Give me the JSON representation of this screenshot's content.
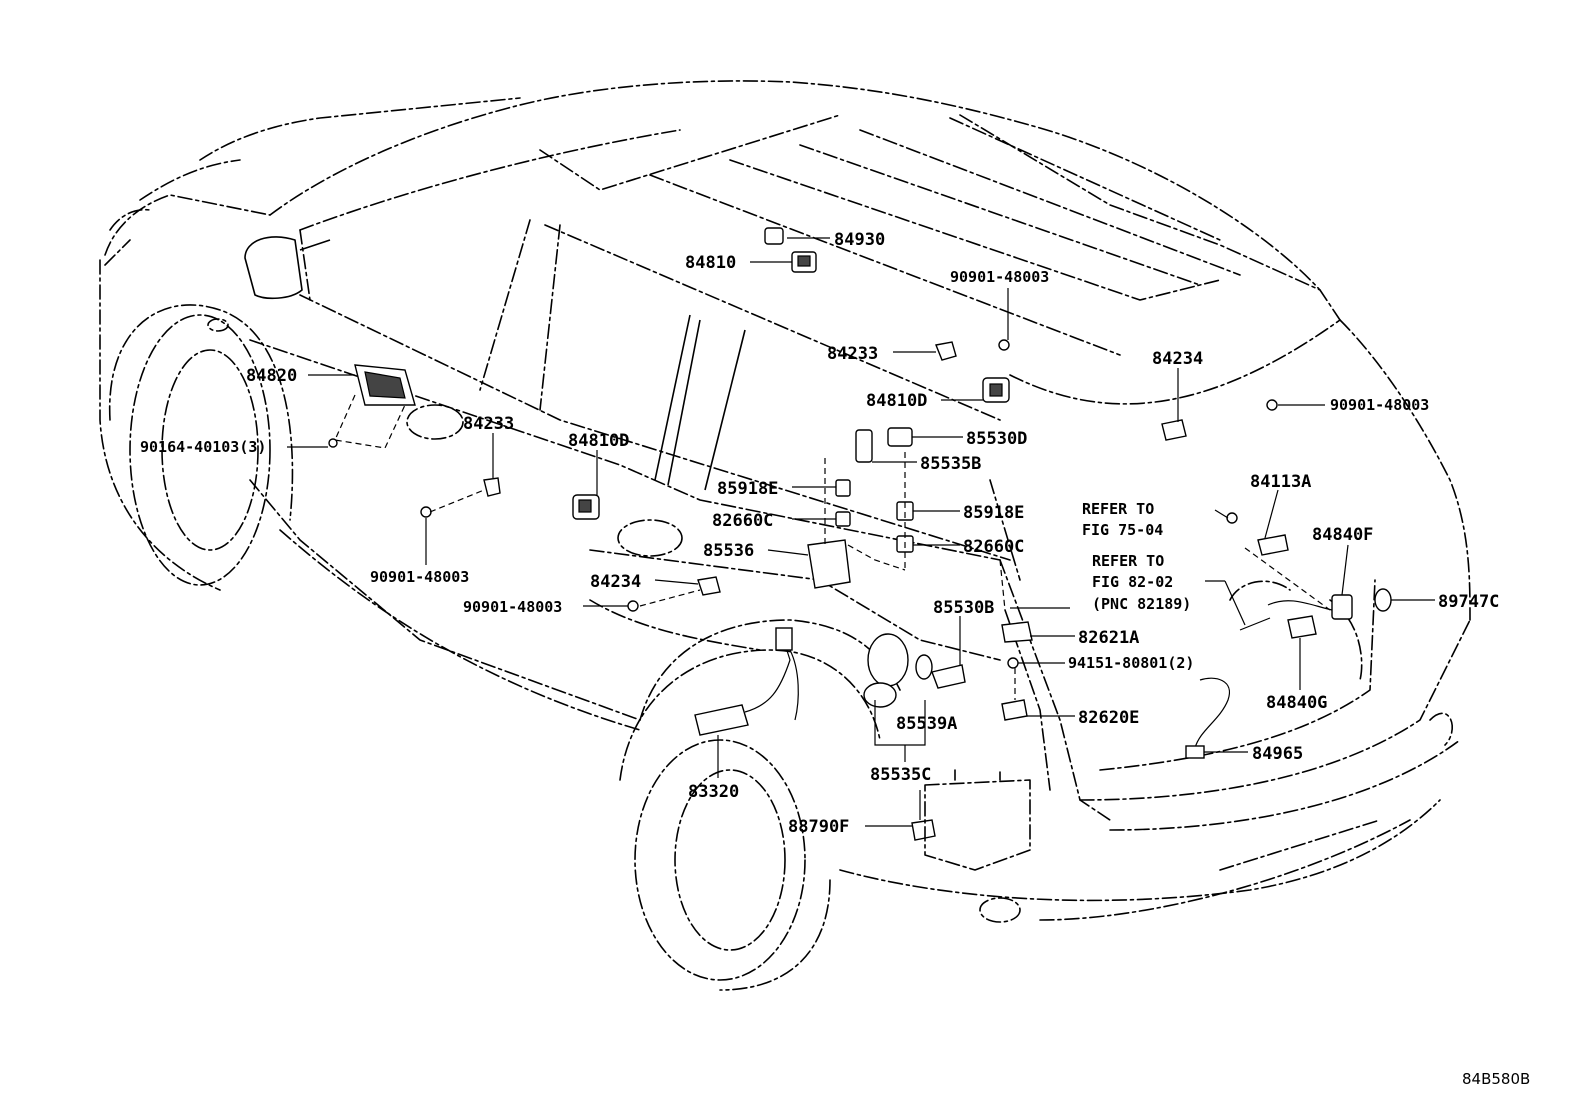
{
  "diagram_code": "84B580B",
  "labels": {
    "p84930": "84930",
    "p84810": "84810",
    "p90901_a": "90901-48003",
    "p84233_a": "84233",
    "p84810D_a": "84810D",
    "p84234_a": "84234",
    "p90901_b": "90901-48003",
    "p84820": "84820",
    "p90164": "90164-40103(3)",
    "p84233_b": "84233",
    "p84810D_b": "84810D",
    "p85530D": "85530D",
    "p85535B": "85535B",
    "p85918E_a": "85918E",
    "p85918E_b": "85918E",
    "p82660C_a": "82660C",
    "p82660C_b": "82660C",
    "p85536": "85536",
    "p84234_b": "84234",
    "p90901_c": "90901-48003",
    "p90901_d": "90901-48003",
    "p85530B": "85530B",
    "p82621A": "82621A",
    "p94151": "94151-80801(2)",
    "p85539A": "85539A",
    "p82620E": "82620E",
    "p85535C": "85535C",
    "p83320": "83320",
    "p88790F": "88790F",
    "p84113A": "84113A",
    "p84840F": "84840F",
    "p84840G": "84840G",
    "p84965": "84965",
    "p89747C": "89747C"
  },
  "refs": {
    "ref1_line1": "REFER TO",
    "ref1_line2": "FIG 75-04",
    "ref2_line1": "REFER TO",
    "ref2_line2": "FIG 82-02",
    "ref2_line3": "(PNC 82189)"
  }
}
